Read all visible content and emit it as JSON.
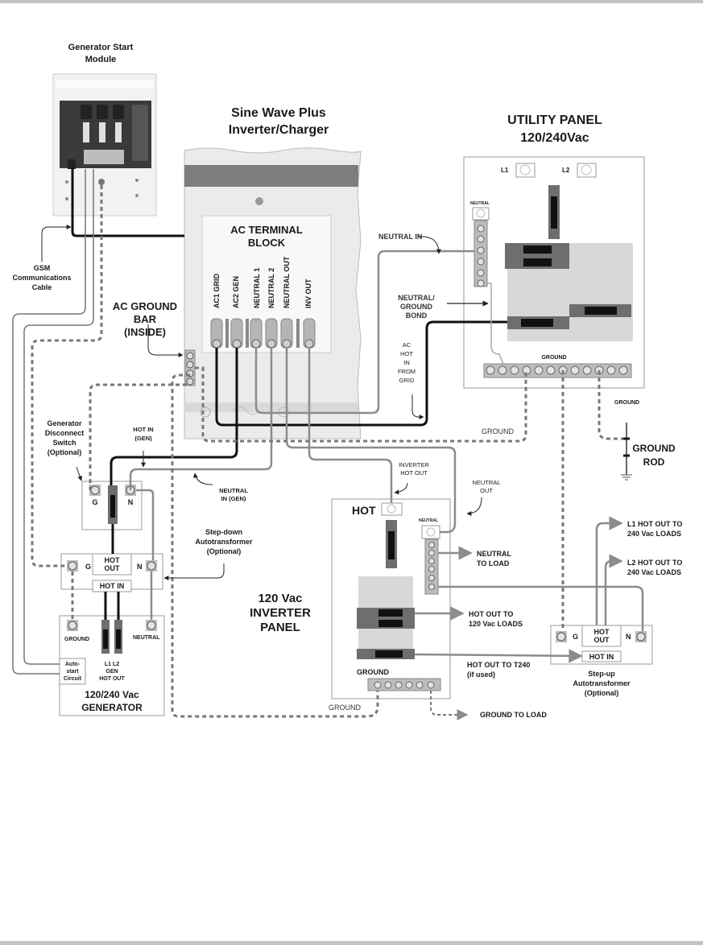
{
  "titles": {
    "gsm": [
      "Generator Start",
      "Module"
    ],
    "inverter": [
      "Sine Wave Plus",
      "Inverter/Charger"
    ],
    "utility": [
      "UTILITY PANEL",
      "120/240Vac"
    ],
    "terminal_block": [
      "AC TERMINAL",
      "BLOCK"
    ],
    "inverter_panel": [
      "120 Vac",
      "INVERTER",
      "PANEL"
    ],
    "generator": [
      "120/240 Vac",
      "GENERATOR"
    ]
  },
  "terminals": [
    "AC1 GRID",
    "AC2 GEN",
    "NEUTRAL 1",
    "NEUTRAL 2",
    "NEUTRAL OUT",
    "INV OUT"
  ],
  "utility_panel": {
    "l1": "L1",
    "l2": "L2",
    "neutral": "NEUTRAL",
    "ground": "GROUND"
  },
  "labels": {
    "gsm_cable": [
      "GSM",
      "Communications",
      "Cable"
    ],
    "ac_ground_bar": [
      "AC GROUND",
      "BAR",
      "(INSIDE)"
    ],
    "neutral_in": "NEUTRAL IN",
    "neutral_ground_bond": [
      "NEUTRAL/",
      "GROUND",
      "BOND"
    ],
    "ac_hot_in": [
      "AC",
      "HOT",
      "IN",
      "FROM",
      "GRID"
    ],
    "ground_util": "GROUND",
    "ground_mid": "GROUND",
    "ground_rod": [
      "GROUND",
      "ROD"
    ],
    "gen_disconnect": [
      "Generator",
      "Disconnect",
      "Switch",
      "(Optional)"
    ],
    "hot_in_gen": [
      "HOT IN",
      "(GEN)"
    ],
    "neutral_in_gen": [
      "NEUTRAL",
      "IN (GEN)"
    ],
    "stepdown": [
      "Step-down",
      "Autotransformer",
      "(Optional)"
    ],
    "inverter_hot_out": [
      "INVERTER",
      "HOT OUT"
    ],
    "neutral_out": [
      "NEUTRAL",
      "OUT"
    ],
    "hot": "HOT",
    "inv_neutral": "NEUTRAL",
    "neutral_to_load": [
      "NEUTRAL",
      "TO LOAD"
    ],
    "hot_out_120": [
      "HOT OUT TO",
      "120 Vac LOADS"
    ],
    "hot_out_t240": [
      "HOT OUT TO T240",
      "(if used)"
    ],
    "inv_ground": "GROUND",
    "ground_bottom": "GROUND",
    "ground_to_load": "GROUND TO LOAD",
    "l1_out": [
      "L1 HOT OUT TO",
      "240 Vac LOADS"
    ],
    "l2_out": [
      "L2 HOT OUT TO",
      "240 Vac LOADS"
    ],
    "stepup": [
      "Step-up",
      "Autotransformer",
      "(Optional)"
    ],
    "switch_g": "G",
    "switch_n": "N",
    "xfmr_g": "G",
    "xfmr_n": "N",
    "hot_out_box": [
      "HOT",
      "OUT"
    ],
    "hot_in_box": "HOT IN",
    "gen_ground": "GROUND",
    "gen_neutral": "NEUTRAL",
    "autostart": [
      "Auto-",
      "start",
      "Circuit"
    ],
    "gen_hot_out": [
      "L1  L2",
      "GEN",
      "HOT OUT"
    ]
  },
  "colors": {
    "hot_wire": "#111111",
    "neutral_wire": "#8c8c8c",
    "ground_wire": "#7a7a7a",
    "panel_fill": "#d6d6d6",
    "breaker": "#6e6e6e"
  }
}
